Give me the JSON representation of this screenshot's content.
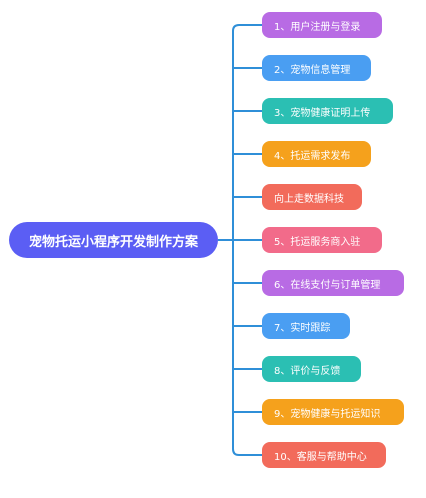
{
  "root": {
    "label": "宠物托运小程序开发制作方案",
    "color": "#5b5ef4"
  },
  "connector_color": "#2f8fd8",
  "branches": [
    {
      "label": "1、用户注册与登录",
      "color": "#b86be4"
    },
    {
      "label": "2、宠物信息管理",
      "color": "#4a9ef2"
    },
    {
      "label": "3、宠物健康证明上传",
      "color": "#2bbfb3"
    },
    {
      "label": "4、托运需求发布",
      "color": "#f5a11c"
    },
    {
      "label": "向上走数据科技",
      "color": "#f26b5b"
    },
    {
      "label": "5、托运服务商入驻",
      "color": "#f26b8a"
    },
    {
      "label": "6、在线支付与订单管理",
      "color": "#b86be4"
    },
    {
      "label": "7、实时跟踪",
      "color": "#4a9ef2"
    },
    {
      "label": "8、评价与反馈",
      "color": "#2bbfb3"
    },
    {
      "label": "9、宠物健康与托运知识",
      "color": "#f5a11c"
    },
    {
      "label": "10、客服与帮助中心",
      "color": "#f26b5b"
    }
  ]
}
